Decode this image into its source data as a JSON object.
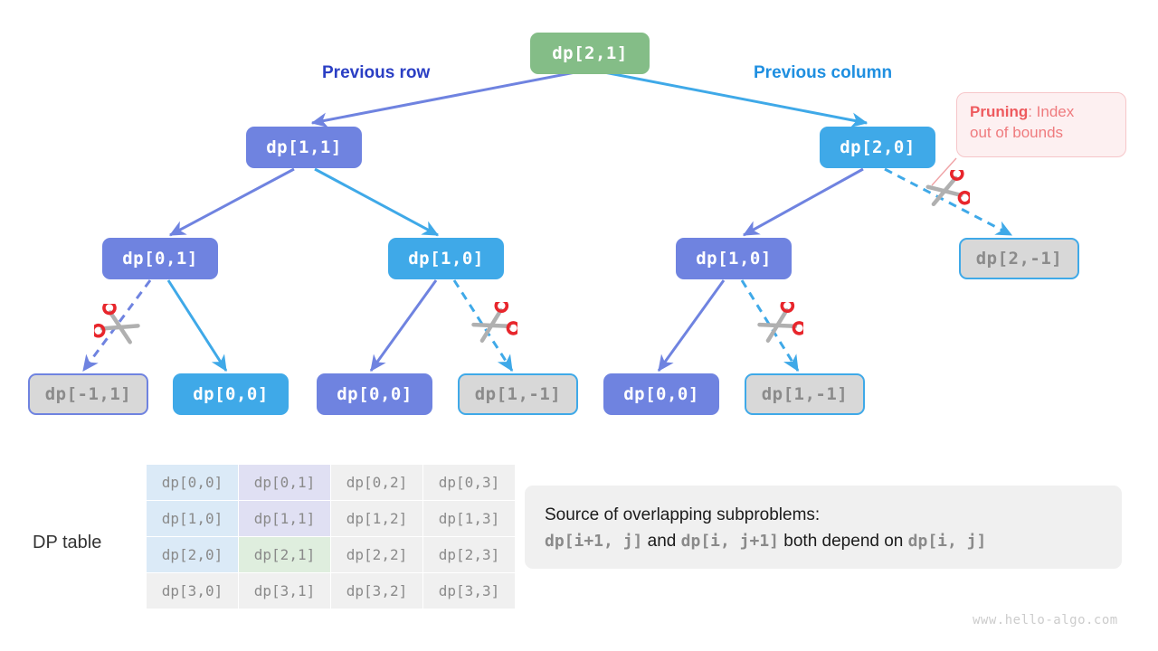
{
  "diagram": {
    "title": "DP recursion tree with pruning",
    "colors": {
      "green": "#84bd87",
      "purple": "#6f83e0",
      "blue": "#3fa9e8",
      "gray_node": "#d8d8d8",
      "prune_red": "#ee5a5e",
      "callout_bg": "#fdf0f1"
    },
    "labels": {
      "previous_row": "Previous row",
      "previous_column": "Previous column"
    },
    "callout": {
      "strong": "Pruning",
      "rest": ": Index",
      "line2": "out of bounds"
    },
    "nodes": [
      {
        "id": "root",
        "label": "dp[2,1]",
        "style": "green"
      },
      {
        "id": "n11",
        "label": "dp[1,1]",
        "style": "purple"
      },
      {
        "id": "n20",
        "label": "dp[2,0]",
        "style": "blue"
      },
      {
        "id": "n01",
        "label": "dp[0,1]",
        "style": "purple"
      },
      {
        "id": "n10a",
        "label": "dp[1,0]",
        "style": "blue"
      },
      {
        "id": "n10b",
        "label": "dp[1,0]",
        "style": "purple"
      },
      {
        "id": "n2m1",
        "label": "dp[2,-1]",
        "style": "gray-b"
      },
      {
        "id": "nm11",
        "label": "dp[-1,1]",
        "style": "gray-p"
      },
      {
        "id": "n00a",
        "label": "dp[0,0]",
        "style": "blue"
      },
      {
        "id": "n00b",
        "label": "dp[0,0]",
        "style": "purple"
      },
      {
        "id": "n1m1a",
        "label": "dp[1,-1]",
        "style": "gray-b"
      },
      {
        "id": "n00c",
        "label": "dp[0,0]",
        "style": "purple"
      },
      {
        "id": "n1m1b",
        "label": "dp[1,-1]",
        "style": "gray-b"
      }
    ]
  },
  "dp_table": {
    "caption": "DP table",
    "rows": [
      [
        "dp[0,0]",
        "dp[0,1]",
        "dp[0,2]",
        "dp[0,3]"
      ],
      [
        "dp[1,0]",
        "dp[1,1]",
        "dp[1,2]",
        "dp[1,3]"
      ],
      [
        "dp[2,0]",
        "dp[2,1]",
        "dp[2,2]",
        "dp[2,3]"
      ],
      [
        "dp[3,0]",
        "dp[3,1]",
        "dp[3,2]",
        "dp[3,3]"
      ]
    ],
    "cell_styles": [
      [
        "c-blue",
        "c-purp",
        "c-gray",
        "c-gray"
      ],
      [
        "c-blue",
        "c-purp",
        "c-gray",
        "c-gray"
      ],
      [
        "c-blue",
        "c-green",
        "c-gray",
        "c-gray"
      ],
      [
        "c-gray",
        "c-gray",
        "c-gray",
        "c-gray"
      ]
    ]
  },
  "info": {
    "line1": "Source of overlapping subproblems:",
    "code1": "dp[i+1, j]",
    "mid1": " and ",
    "code2": "dp[i, j+1]",
    "mid2": " both depend on ",
    "code3": "dp[i, j]"
  },
  "watermark": "www.hello-algo.com"
}
